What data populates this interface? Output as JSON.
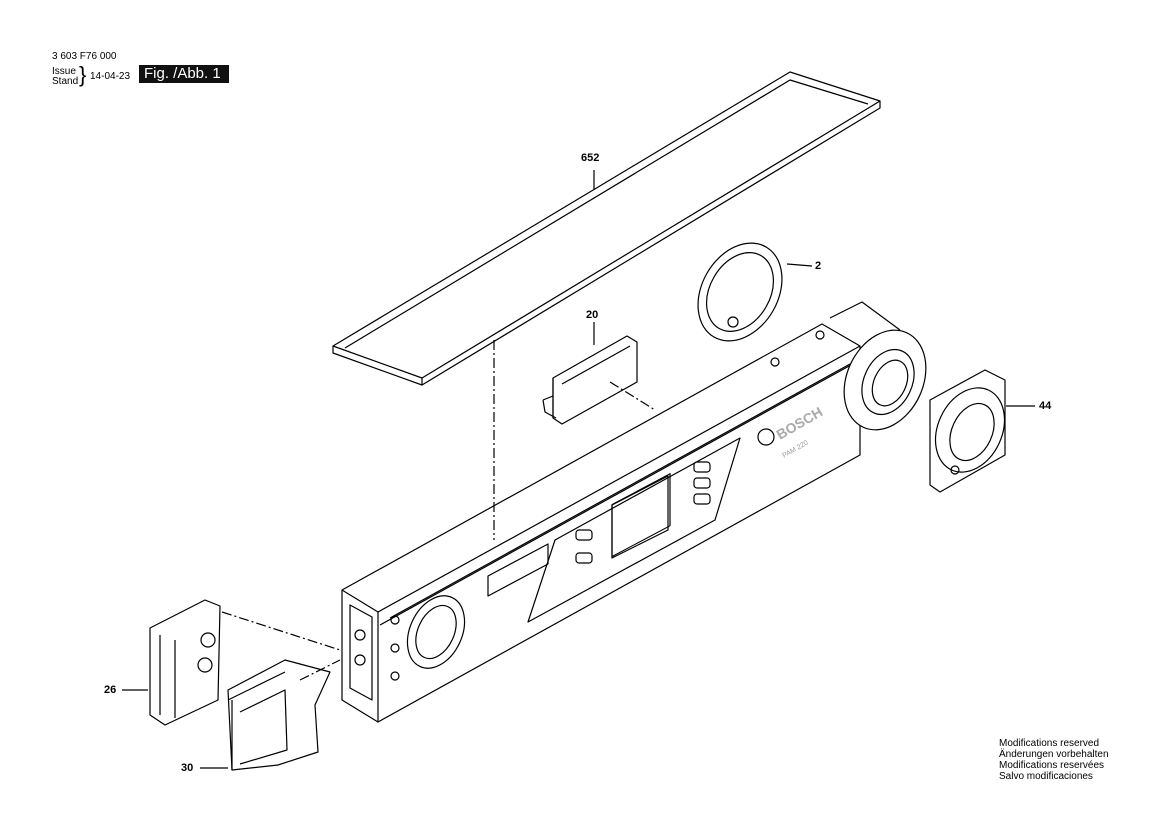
{
  "header": {
    "part_number": "3 603 F76 000",
    "issue_label": "Issue",
    "stand_label": "Stand",
    "date": "14-04-23",
    "figure_label": "Fig. /Abb. 1"
  },
  "parts": [
    {
      "id": "652"
    },
    {
      "id": "2"
    },
    {
      "id": "20"
    },
    {
      "id": "44"
    },
    {
      "id": "26"
    },
    {
      "id": "30"
    }
  ],
  "product_logo": {
    "brand": "BOSCH",
    "model": "PAM 220"
  },
  "footer": {
    "notes": [
      "Modifications reserved",
      "Änderungen vorbehalten",
      "Modifications reservées",
      "Salvo modificaciones"
    ]
  }
}
